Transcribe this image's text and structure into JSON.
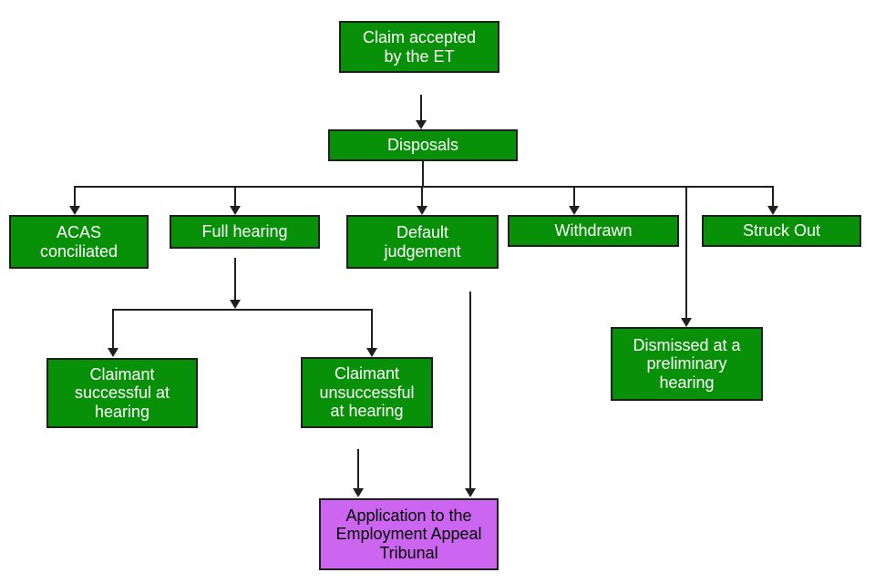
{
  "diagram": {
    "type": "flowchart",
    "background": "#FFFFFF",
    "colors": {
      "node_fill_green": "#089108",
      "node_fill_purple": "#CC66F0",
      "node_border": "#1F1F1F",
      "connector": "#1F1F1F",
      "text_on_green": "#FFFFFF",
      "text_on_purple": "#000000"
    },
    "nodes": {
      "claim": {
        "label": "Claim accepted\nby the ET",
        "color": "green"
      },
      "disposals": {
        "label": "Disposals",
        "color": "green"
      },
      "acas": {
        "label": "ACAS\nconciliated",
        "color": "green"
      },
      "full_hearing": {
        "label": "Full hearing",
        "color": "green"
      },
      "default_judgement": {
        "label": "Default\njudgement",
        "color": "green"
      },
      "withdrawn": {
        "label": "Withdrawn",
        "color": "green"
      },
      "struck_out": {
        "label": "Struck Out",
        "color": "green"
      },
      "dismissed": {
        "label": "Dismissed at a\npreliminary\nhearing",
        "color": "green"
      },
      "successful": {
        "label": "Claimant\nsuccessful at\nhearing",
        "color": "green"
      },
      "unsuccessful": {
        "label": "Claimant\nunsuccessful\nat hearing",
        "color": "green"
      },
      "appeal": {
        "label": "Application to the\nEmployment Appeal\nTribunal",
        "color": "purple"
      }
    },
    "edges": [
      {
        "from": "claim",
        "to": "disposals"
      },
      {
        "from": "disposals",
        "to": "acas"
      },
      {
        "from": "disposals",
        "to": "full_hearing"
      },
      {
        "from": "disposals",
        "to": "default_judgement"
      },
      {
        "from": "disposals",
        "to": "withdrawn"
      },
      {
        "from": "disposals",
        "to": "struck_out"
      },
      {
        "from": "disposals",
        "to": "dismissed"
      },
      {
        "from": "full_hearing",
        "to": "successful"
      },
      {
        "from": "full_hearing",
        "to": "unsuccessful"
      },
      {
        "from": "unsuccessful",
        "to": "appeal"
      },
      {
        "from": "default_judgement",
        "to": "appeal"
      }
    ]
  }
}
